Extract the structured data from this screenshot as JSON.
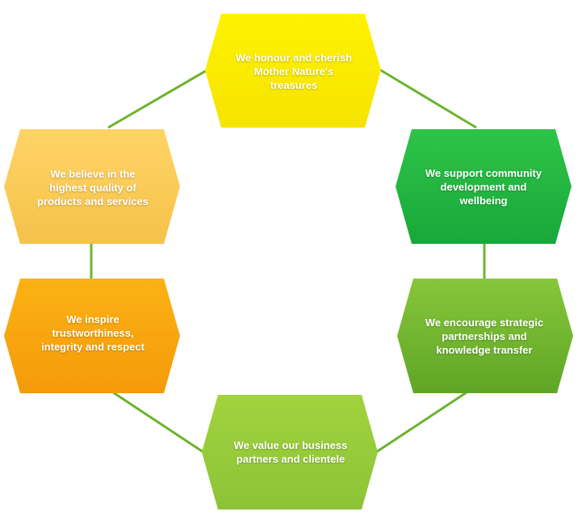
{
  "colors": {
    "connector": "#6cb32e",
    "values": {
      "nature": [
        "#fff200",
        "#f5e400"
      ],
      "community": [
        "#2ec448",
        "#18a83a"
      ],
      "partnerships": [
        "#86c63a",
        "#5fa626"
      ],
      "clientele": [
        "#a2d33e",
        "#8cc336"
      ],
      "trust": [
        "#fbb214",
        "#f59a0a"
      ],
      "quality": [
        "#ffd466",
        "#f5c24a"
      ]
    }
  },
  "values": {
    "nature": "We honour and cherish Mother Nature's treasures",
    "community": "We support community development and wellbeing",
    "partnerships": "We encourage strategic partnerships and knowledge transfer",
    "clientele": "We value our business partners and clientele",
    "trust": "We inspire trustworthiness, integrity and respect",
    "quality": "We believe in the highest quality of products and services"
  }
}
